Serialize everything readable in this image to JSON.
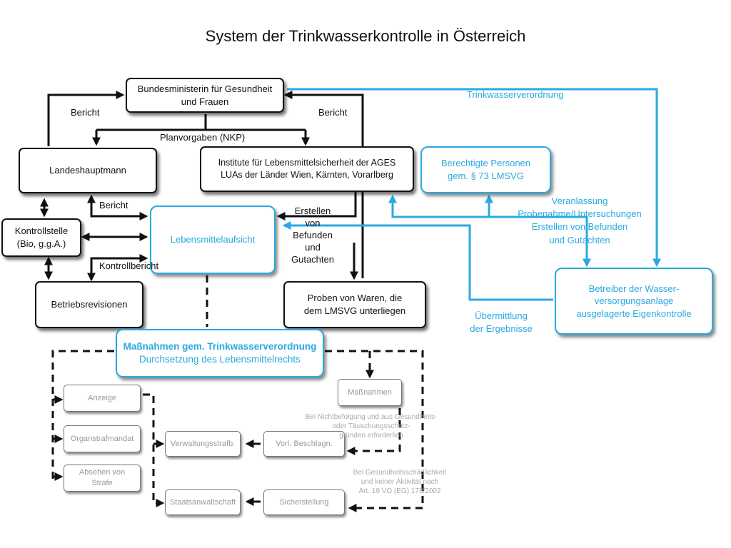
{
  "title": "System der Trinkwasserkontrolle in Österreich",
  "boxes": {
    "ministerin": [
      "Bundesministerin für Gesundheit",
      "und Frauen"
    ],
    "landeshauptmann": "Landeshauptmann",
    "institute": [
      "Institute für Lebensmittelsicherheit der AGES",
      "LUAs der Länder Wien, Kärnten, Vorarlberg"
    ],
    "berechtigte": [
      "Berechtigte Personen",
      "gem. § 73 LMSVG"
    ],
    "kontrollstelle": [
      "Kontrollstelle",
      "(Bio, g.g.A.)"
    ],
    "lebensmittelaufsicht": "Lebensmittelaufsicht",
    "betriebsrevisionen": "Betriebsrevisionen",
    "proben": [
      "Proben von Waren, die",
      "dem LMSVG unterliegen"
    ],
    "betreiber": [
      "Betreiber der Wasser-",
      "versorgungsanlage",
      "ausgelagerte Eigenkontrolle"
    ],
    "massnahmen_main": [
      "Maßnahmen gem. Trinkwasserverordnung",
      "Durchsetzung des Lebensmittelrechts"
    ],
    "anzeige": "Anzeige",
    "organstrafmandat": "Organstrafmandat",
    "absehen": "Absehen von Strafe",
    "verwaltungsstrafb": "Verwaltungsstrafb.",
    "staatsanwaltschaft": "Staatsanwaltschaft",
    "vorl_beschlagn": "Vorl. Beschlagn.",
    "sicherstellung": "Sicherstellung",
    "massnahmen_small": "Maßnahmen"
  },
  "labels": {
    "bericht_left": "Bericht",
    "bericht_right": "Bericht",
    "planvorgaben": "Planvorgaben (NKP)",
    "trinkwasserverordnung": "Trinkwasserverordnung",
    "bericht_mid": "Bericht",
    "kontrollbericht": "Kontrollbericht",
    "erstellen": [
      "Erstellen",
      "von",
      "Befunden",
      "und",
      "Gutachten"
    ],
    "veranlassung": [
      "Veranlassung",
      "Probenahme/Untersuchungen",
      "Erstellen von Befunden",
      "und Gutachten"
    ],
    "uebermittlung": [
      "Übermittlung",
      "der Ergebnisse"
    ]
  },
  "notes": {
    "nichtbefolgung": [
      "Bei Nichtbefolgung und aus Gesundheits-",
      "oder Täuschungsschutz-",
      "gründen erforderlich"
    ],
    "gesundheit": [
      "Bei Gesundheitsschädlichkeit",
      "und keiner Aktivität nach",
      "Art. 19 VO (EG) 178/2002"
    ]
  },
  "colors": {
    "accent": "#29a9e0",
    "line": "#111111",
    "faint": "#999999"
  }
}
